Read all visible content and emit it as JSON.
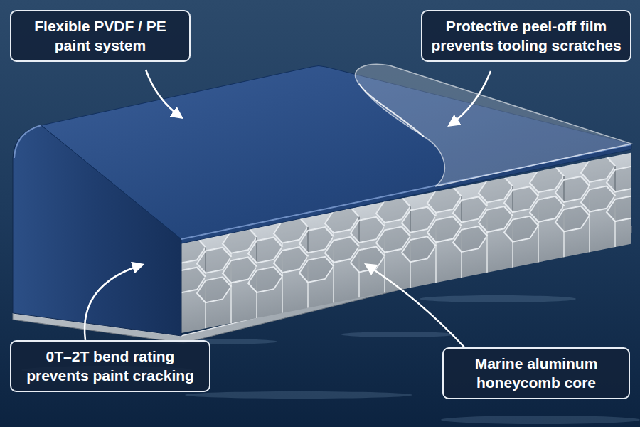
{
  "diagram": {
    "nodes": [
      {
        "text": [
          "Flexible PVDF / PE paint system"
        ]
      },
      {
        "text": [
          "Protective peel-off film prevents tooling scratches"
        ]
      },
      {
        "text": [
          "0T–2T bend rating prevents paint cracking"
        ]
      },
      {
        "text": [
          "Marine aluminum honeycomb core"
        ]
      }
    ]
  }
}
